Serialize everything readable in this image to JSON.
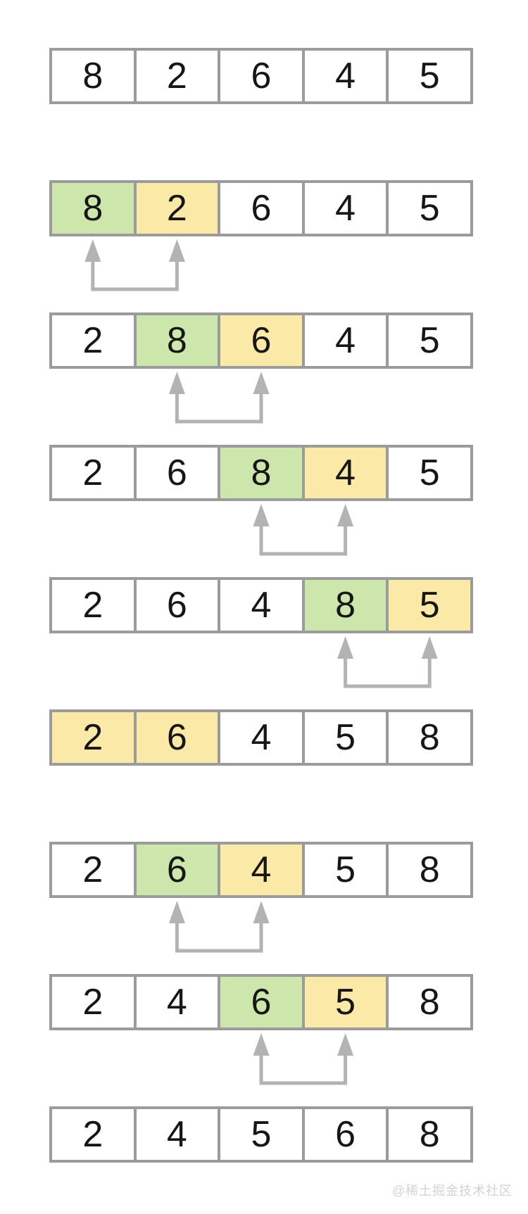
{
  "colors": {
    "highlight_green": "#cde6ac",
    "highlight_yellow": "#fbe9a8",
    "cell_border": "#9b9b9b",
    "arrow": "#b3b3b3",
    "digit": "#161616",
    "watermark_text": "#d3d3d3"
  },
  "watermark": "@稀土掘金技术社区",
  "steps": [
    {
      "values": [
        8,
        2,
        6,
        4,
        5
      ],
      "highlights": [
        null,
        null,
        null,
        null,
        null
      ],
      "arrows": null
    },
    {
      "values": [
        8,
        2,
        6,
        4,
        5
      ],
      "highlights": [
        "green",
        "yellow",
        null,
        null,
        null
      ],
      "arrows": [
        0,
        1
      ]
    },
    {
      "values": [
        2,
        8,
        6,
        4,
        5
      ],
      "highlights": [
        null,
        "green",
        "yellow",
        null,
        null
      ],
      "arrows": [
        1,
        2
      ]
    },
    {
      "values": [
        2,
        6,
        8,
        4,
        5
      ],
      "highlights": [
        null,
        null,
        "green",
        "yellow",
        null
      ],
      "arrows": [
        2,
        3
      ]
    },
    {
      "values": [
        2,
        6,
        4,
        8,
        5
      ],
      "highlights": [
        null,
        null,
        null,
        "green",
        "yellow"
      ],
      "arrows": [
        3,
        4
      ]
    },
    {
      "values": [
        2,
        6,
        4,
        5,
        8
      ],
      "highlights": [
        "yellow",
        "yellow",
        null,
        null,
        null
      ],
      "arrows": null
    },
    {
      "values": [
        2,
        6,
        4,
        5,
        8
      ],
      "highlights": [
        null,
        "green",
        "yellow",
        null,
        null
      ],
      "arrows": [
        1,
        2
      ]
    },
    {
      "values": [
        2,
        4,
        6,
        5,
        8
      ],
      "highlights": [
        null,
        null,
        "green",
        "yellow",
        null
      ],
      "arrows": [
        2,
        3
      ]
    },
    {
      "values": [
        2,
        4,
        5,
        6,
        8
      ],
      "highlights": [
        null,
        null,
        null,
        null,
        null
      ],
      "arrows": null
    }
  ]
}
